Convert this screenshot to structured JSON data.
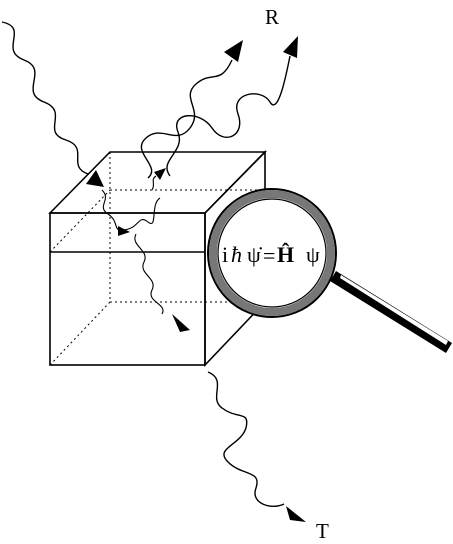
{
  "labels": {
    "reflected": "R",
    "transmitted": "T"
  },
  "equation": {
    "i": "i",
    "hbar": "ħ",
    "psi_dot": "ψ̇",
    "equals": "=",
    "hamiltonian": "Ĥ",
    "psi": "ψ"
  },
  "colors": {
    "line": "#000000",
    "lens_rim": "#777777",
    "background": "#ffffff"
  }
}
